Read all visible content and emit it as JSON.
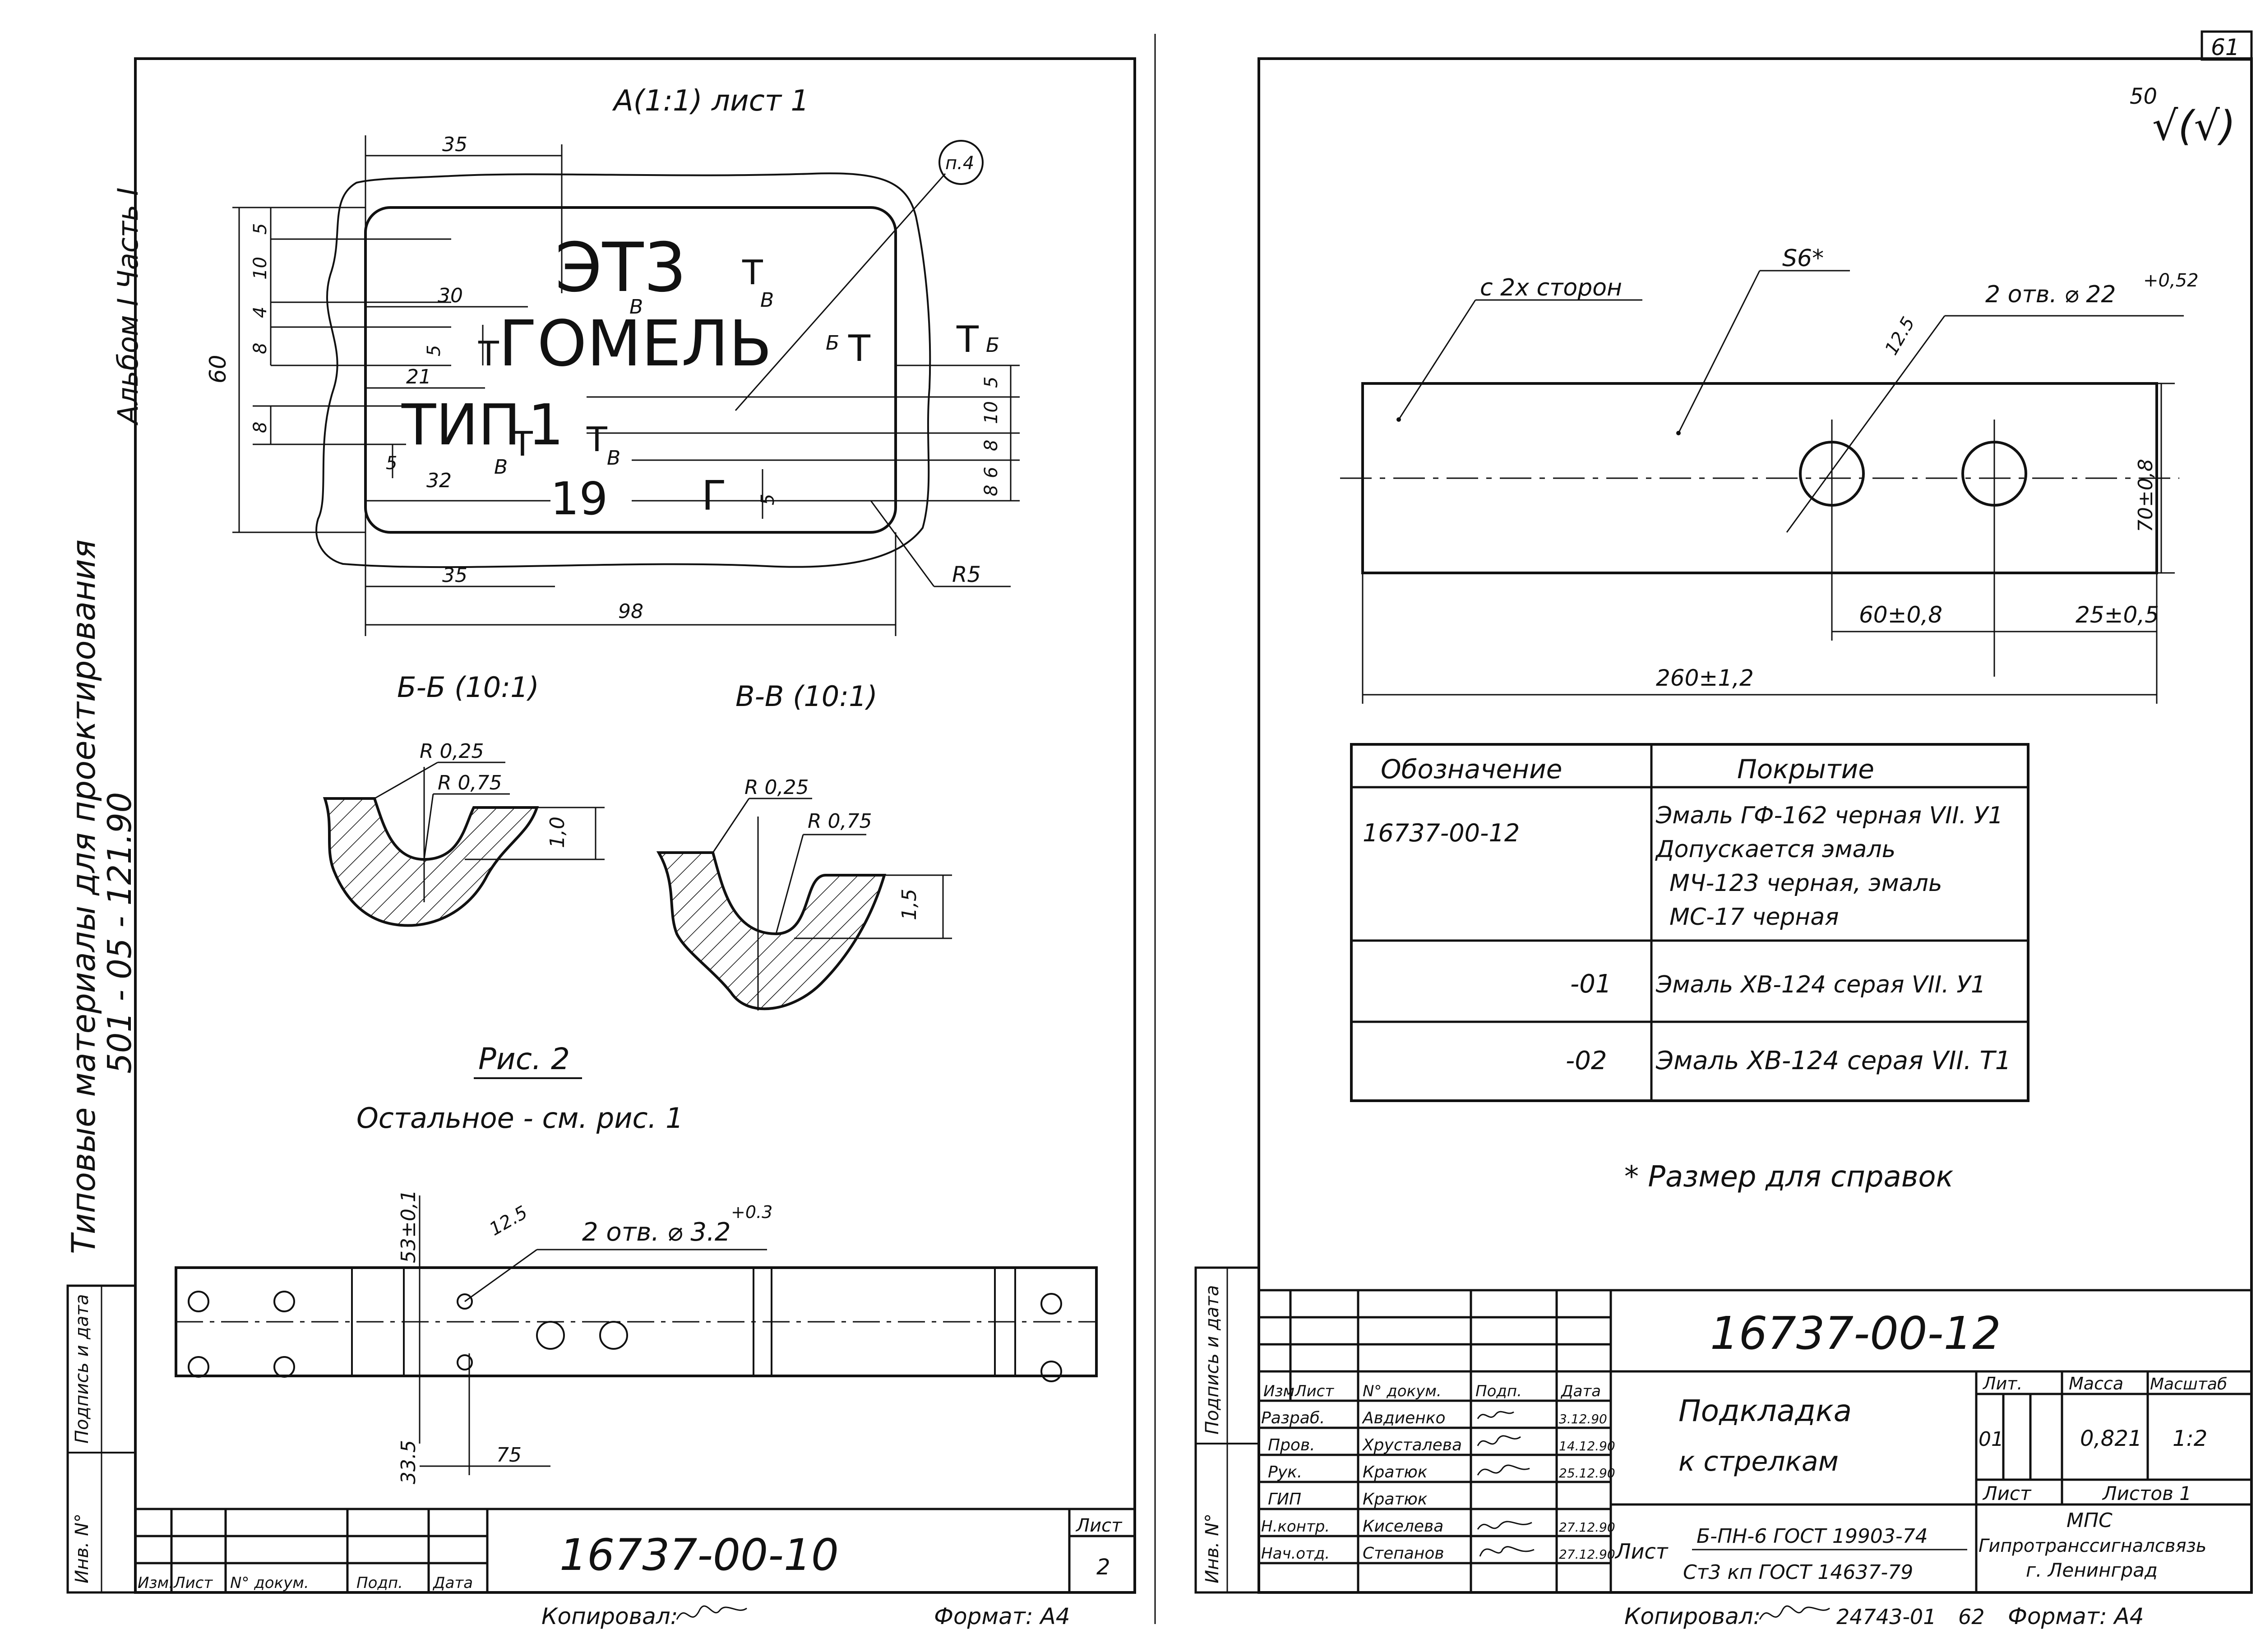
{
  "page_number": "61",
  "left_sheet": {
    "side_caption": {
      "album": "Альбом I  Часть I",
      "title": "Типовые материалы для проектирования",
      "series": "501 - 05 - 121.90"
    },
    "view_a": {
      "title": "А(1:1) лист 1",
      "callout": "п.4",
      "plate": {
        "line1": "ЭТ3",
        "line2": "ГОМЕЛЬ",
        "line3_a": "ТИП",
        "line3_b": "1",
        "line4": "19",
        "line4_b": "Г"
      },
      "dims": {
        "top": "35",
        "d30": "30",
        "d21": "21",
        "d32": "32",
        "d35b": "35",
        "d98": "98",
        "d60": "60",
        "d5a": "5",
        "d10a": "10",
        "d4": "4",
        "d8a": "8",
        "d8b": "8",
        "d5b": "5",
        "d5c": "5",
        "r5": "5",
        "r10": "10",
        "r8": "8",
        "r6": "6",
        "r8b": "8",
        "g5": "5",
        "rad": "R5"
      },
      "letters": {
        "b1": "В",
        "t1": "Т",
        "b2": "В",
        "b3": "Б",
        "t3": "Т",
        "t4": "Т",
        "b4": "Б",
        "t5": "Т",
        "b5": "В",
        "t6": "Т",
        "b6": "В",
        "t7": "Т"
      }
    },
    "sections": {
      "bb_title": "Б-Б (10:1)",
      "bb_r1": "R 0,25",
      "bb_r2": "R 0,75",
      "bb_h": "1,0",
      "vv_title": "В-В (10:1)",
      "vv_r1": "R 0,25",
      "vv_r2": "R 0,75",
      "vv_h": "1,5"
    },
    "figure_caption": "Рис. 2",
    "remark": "Остальное - см. рис. 1",
    "strip": {
      "holes": "2 отв. ⌀ 3.2",
      "tol": "+0.3",
      "rough": "12.5",
      "d53": "53±0,1",
      "d33": "33.5",
      "d75": "75"
    },
    "stamp": {
      "code": "16737-00-10",
      "sheet_label": "Лист",
      "sheet": "2",
      "col_izm": "Изм.",
      "col_list": "Лист",
      "col_doc": "N° докум.",
      "col_sign": "Подп.",
      "col_date": "Дата",
      "side_sign": "Подпись и дата",
      "side_inv": "Инв. N°"
    },
    "footer": {
      "copied": "Копировал:",
      "format": "Формат: А4"
    }
  },
  "right_sheet": {
    "roughness": {
      "value": "50",
      "mark": "√(√)"
    },
    "labels": {
      "both_sides": "с 2х сторон",
      "thickness": "S6*",
      "holes": "2 отв. ⌀ 22",
      "holes_tol": "+0,52",
      "rough": "12.5"
    },
    "dims": {
      "height": "70±0,8",
      "pitch": "60±0,8",
      "edge": "25±0,5",
      "length": "260±1,2"
    },
    "table": {
      "headers": [
        "Обозначение",
        "Покрытие"
      ],
      "rows": [
        {
          "code": "16737-00-12",
          "lines": [
            "Эмаль ГФ-162 черная VII. У1",
            "Допускается эмаль",
            "МЧ-123 черная, эмаль",
            "МС-17 черная"
          ]
        },
        {
          "code": "-01",
          "lines": [
            "Эмаль ХВ-124 серая VII. У1"
          ]
        },
        {
          "code": "-02",
          "lines": [
            "Эмаль ХВ-124 серая VII. Т1"
          ]
        }
      ]
    },
    "note": "* Размер для справок",
    "stamp": {
      "code": "16737-00-12",
      "name_line1": "Подкладка",
      "name_line2": "к стрелкам",
      "cols": {
        "izm": "Изм",
        "list": "Лист",
        "doc": "N° докум.",
        "sign": "Подп.",
        "date": "Дата"
      },
      "people": [
        {
          "role": "Разраб.",
          "name": "Авдиенко",
          "date": "3.12.90"
        },
        {
          "role": "Пров.",
          "name": "Хрусталева",
          "date": "14.12.90"
        },
        {
          "role": "Рук.",
          "name": "Кратюк",
          "date": "25.12.90"
        },
        {
          "role": "ГИП",
          "name": "Кратюк",
          "date": ""
        },
        {
          "role": "Н.контр.",
          "name": "Киселева",
          "date": "27.12.90"
        },
        {
          "role": "Нач.отд.",
          "name": "Степанов",
          "date": "27.12.90"
        }
      ],
      "lit_label": "Лит.",
      "mass_label": "Масса",
      "scale_label": "Масштаб",
      "lit": "01",
      "mass": "0,821",
      "scale": "1:2",
      "sheet_label": "Лист",
      "sheets_label": "Листов 1",
      "org1": "МПС",
      "org2": "Гипротранссигналсвязь",
      "org3": "г. Ленинград",
      "material_label": "Лист",
      "material1": "Б-ПН-6 ГОСТ 19903-74",
      "material2": "Ст3 кп ГОСТ 14637-79",
      "side_sign": "Подпись и дата",
      "side_inv": "Инв. N°"
    },
    "footer": {
      "copied": "Копировал:",
      "doc_no": "24743-01",
      "page": "62",
      "format": "Формат: А4"
    }
  }
}
